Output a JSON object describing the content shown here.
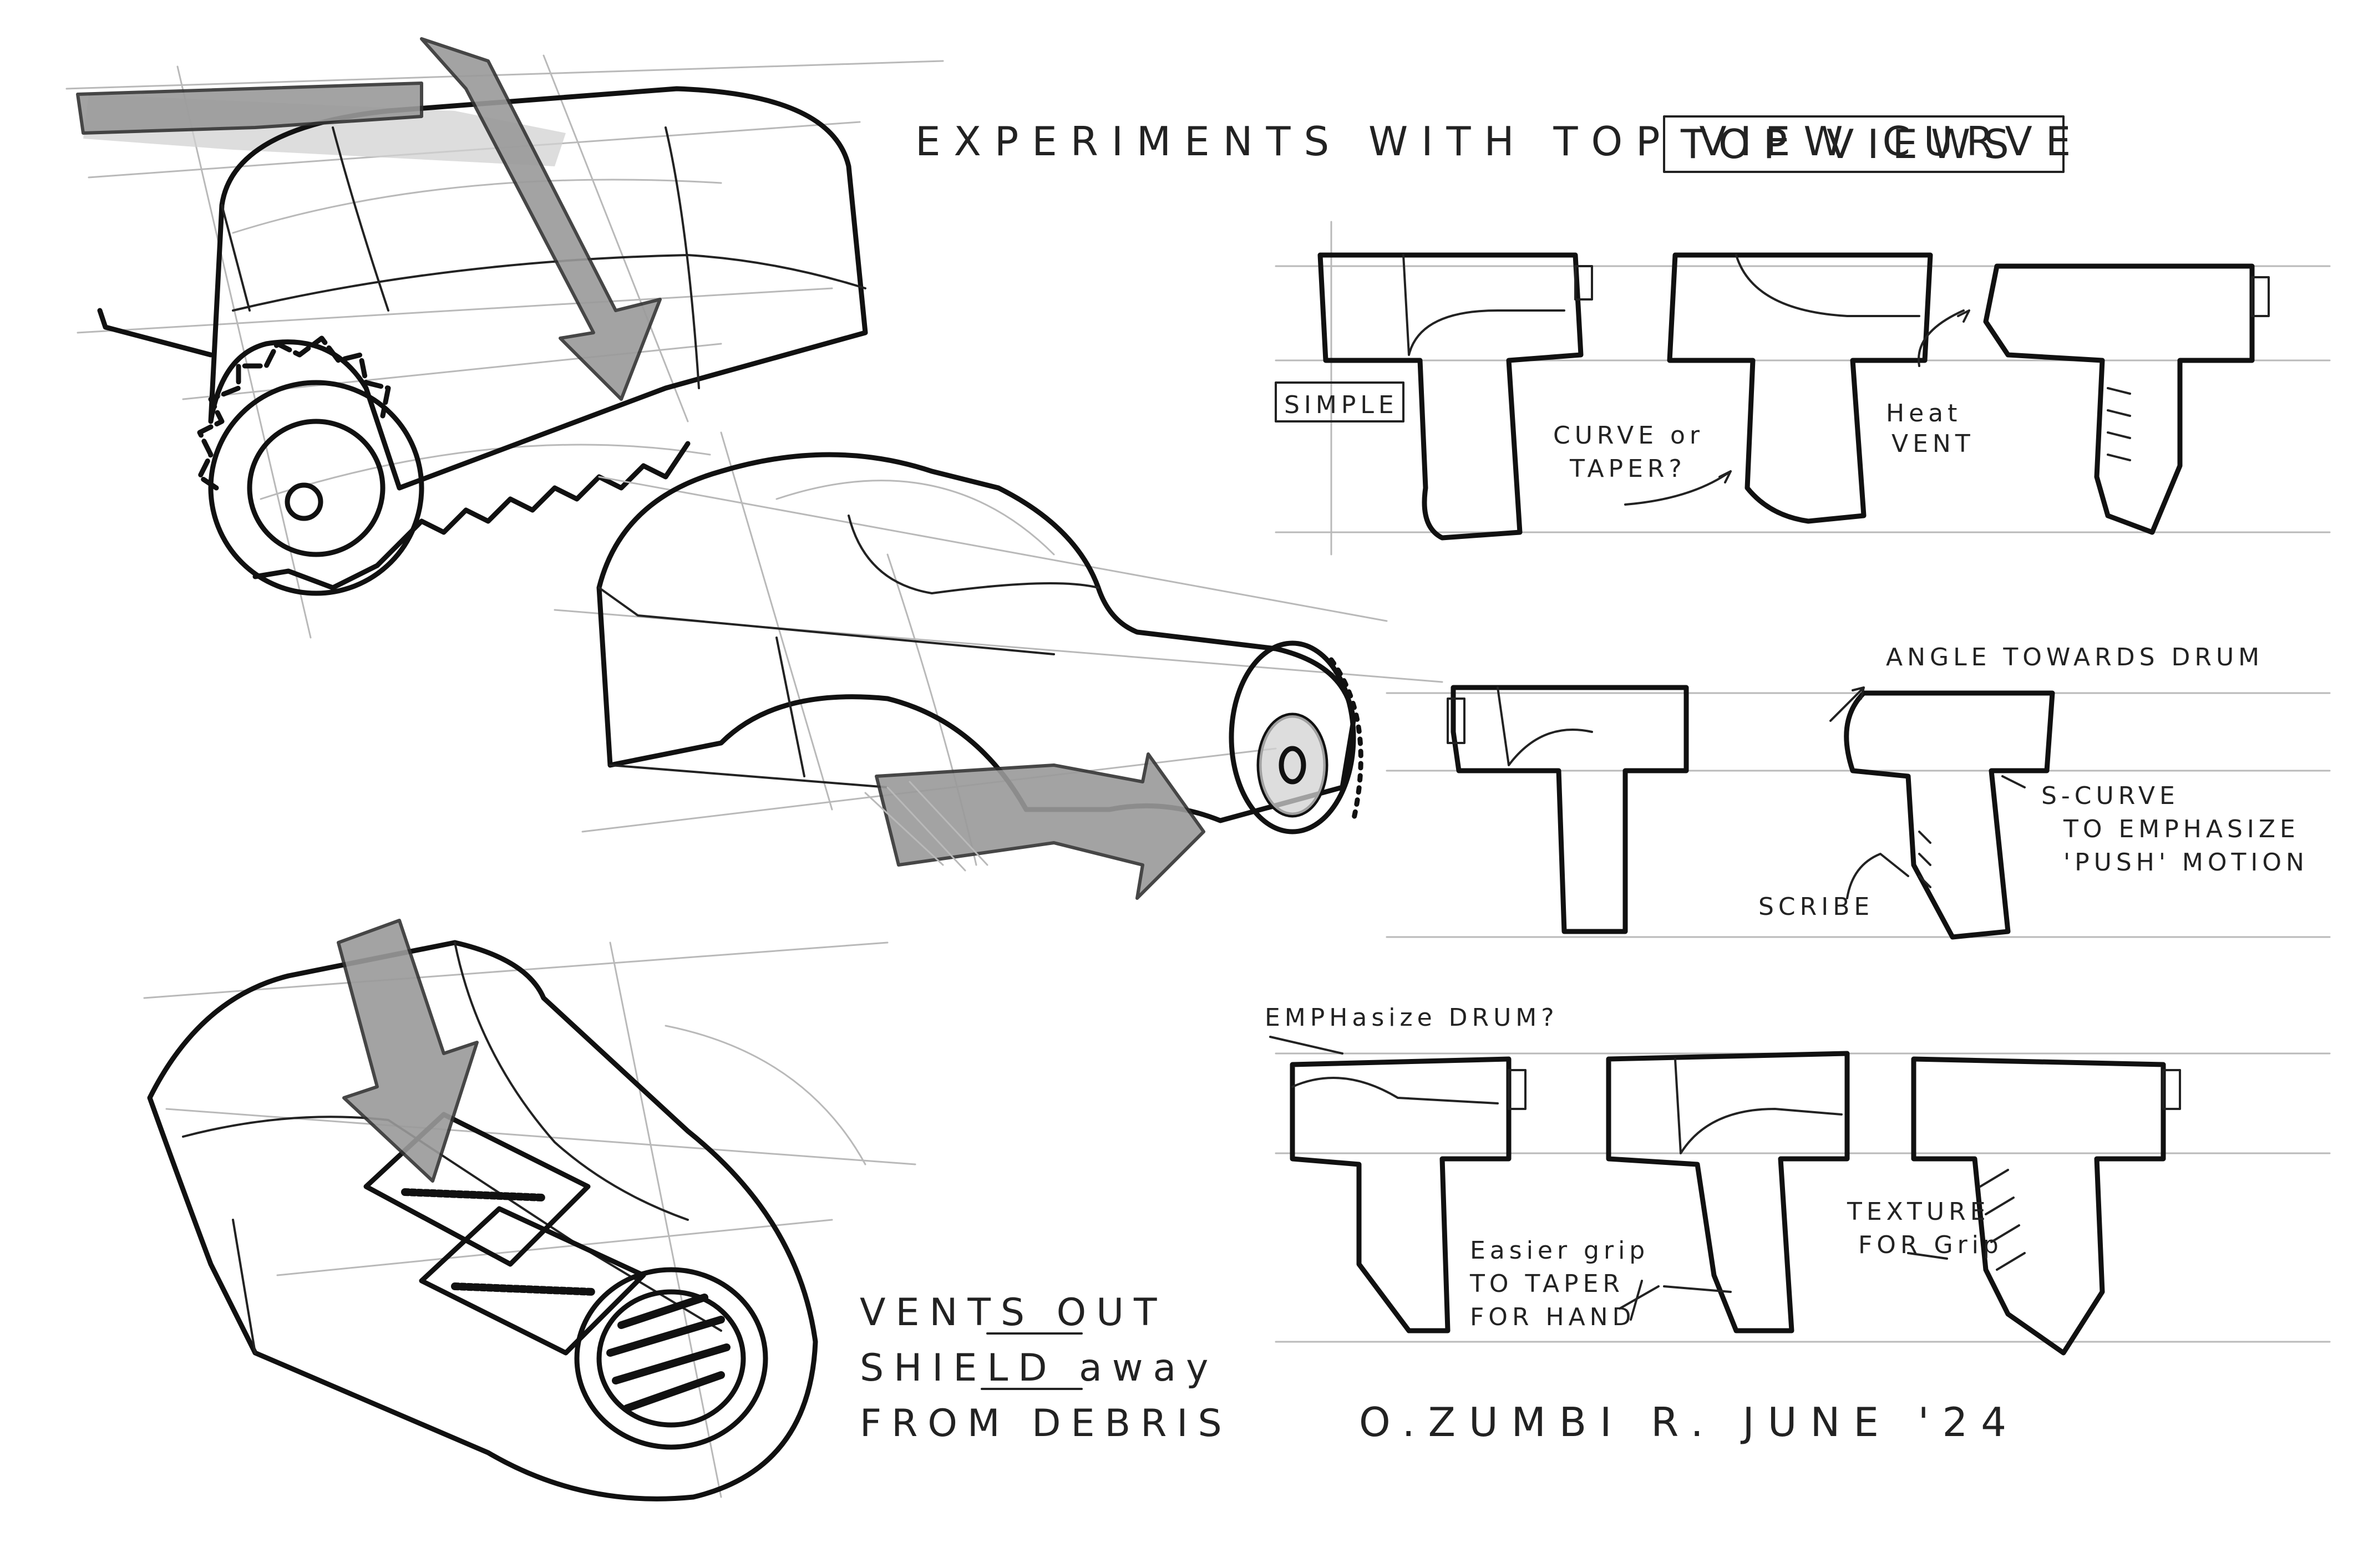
{
  "header": {
    "experiments": "EXPERIMENTS WITH TOP VIEW CURVE",
    "top_views": "TOP VIEWS"
  },
  "labels": {
    "simple": "SIMPLE",
    "curve_or_taper_1": "CURVE or",
    "curve_or_taper_2": "TAPER?",
    "heat_vent_1": "Heat",
    "heat_vent_2": "VENT",
    "angle_towards_drum": "ANGLE TOWARDS DRUM",
    "s_curve_1": "S-CURVE",
    "s_curve_2": "TO EMPHASIZE",
    "s_curve_3": "'PUSH' MOTION",
    "scribe": "SCRIBE",
    "emphasize_drum": "EMPHasize DRUM?",
    "easier_grip_1": "Easier grip",
    "easier_grip_2": "TO TAPER",
    "easier_grip_3": "FOR HAND",
    "texture_1": "TEXTURE",
    "texture_2": "FOR Grip",
    "vents_out": "VENTS OUT",
    "shield_away": "SHIELD away",
    "from_debris": "FROM DEBRIS"
  },
  "signature": "O.ZUMBI R.   JUNE '24"
}
